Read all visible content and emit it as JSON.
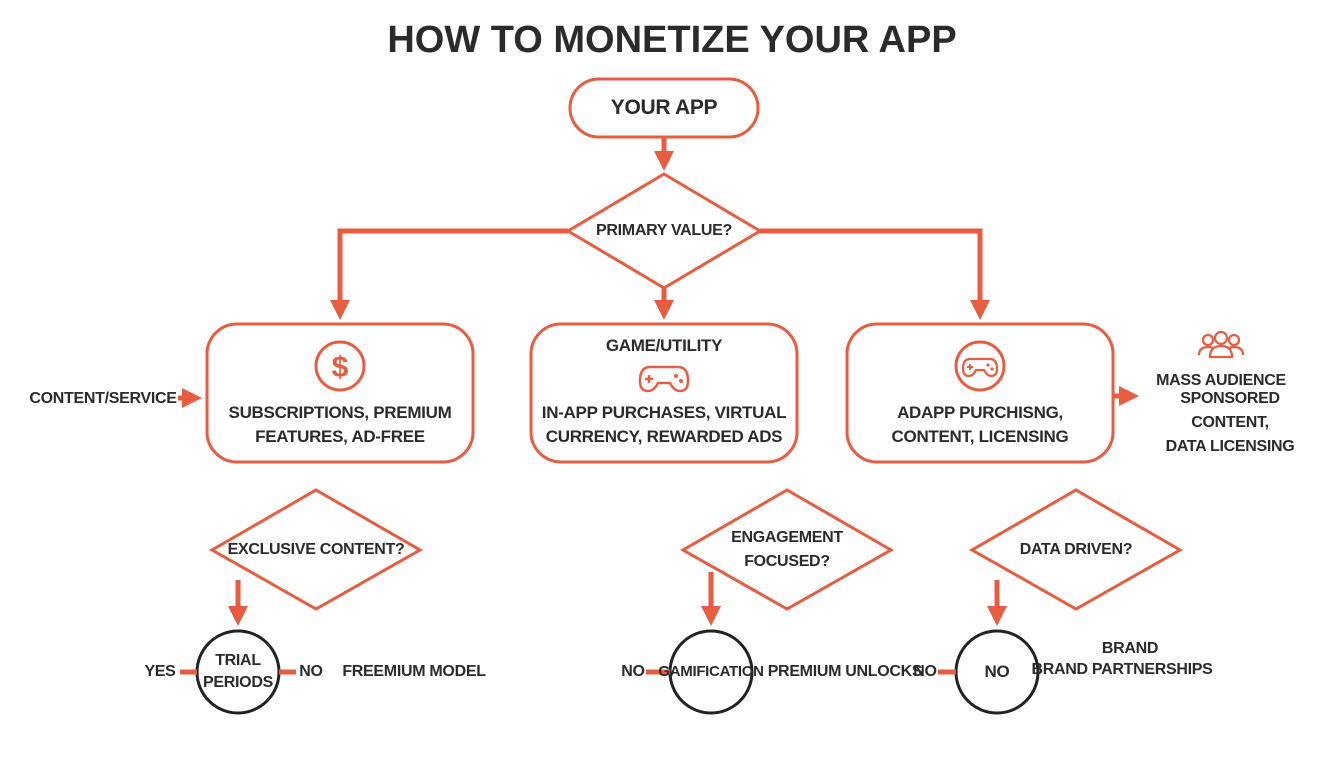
{
  "title": "HOW TO MONETIZE YOUR APP",
  "colors": {
    "accent": "#e85c3f",
    "text": "#2b2b2b",
    "circle_stroke": "#222222",
    "background": "#ffffff"
  },
  "nodes": {
    "your_app": "YOUR APP",
    "primary_value": "PRIMARY VALUE?",
    "box_left": {
      "icon": "dollar-icon",
      "text": "SUBSCRIPTIONS, PREMIUM\nFEATURES, AD-FREE"
    },
    "box_middle": {
      "heading": "GAME/UTILITY",
      "icon": "gamepad-icon",
      "text": "IN-APP PURCHASES, VIRTUAL\nCURRENCY, REWARDED ADS"
    },
    "box_right": {
      "icon": "gamepad-icon",
      "text": "ADAPP PURCHISNG,\nCONTENT, LICENSING"
    },
    "content_service": "CONTENT/SERVICE",
    "mass_audience": {
      "icon": "group-icon",
      "heading": "MASS AUDIENCE",
      "text": "SPONSORED CONTENT,\nDATA LICENSING"
    },
    "exclusive_content": "EXCLUSIVE CONTENT?",
    "engagement_focused": "ENGAGEMENT\nFOCUSED?",
    "data_driven": "DATA DRIVEN?",
    "trial_periods": "TRIAL\nPERIODS",
    "gamification": "GAMIFICATION",
    "no_circle": "NO"
  },
  "side_labels": {
    "yes": "YES",
    "no_trial": "NO",
    "freemium": "FREEMIUM MODEL",
    "no_gamification": "NO",
    "premium_unlocks": "PREMIUM UNLOCKS",
    "no_before_circle": "NO",
    "brand_top": "BRAND",
    "brand_partnerships": "BRAND PARTNERSHIPS"
  }
}
